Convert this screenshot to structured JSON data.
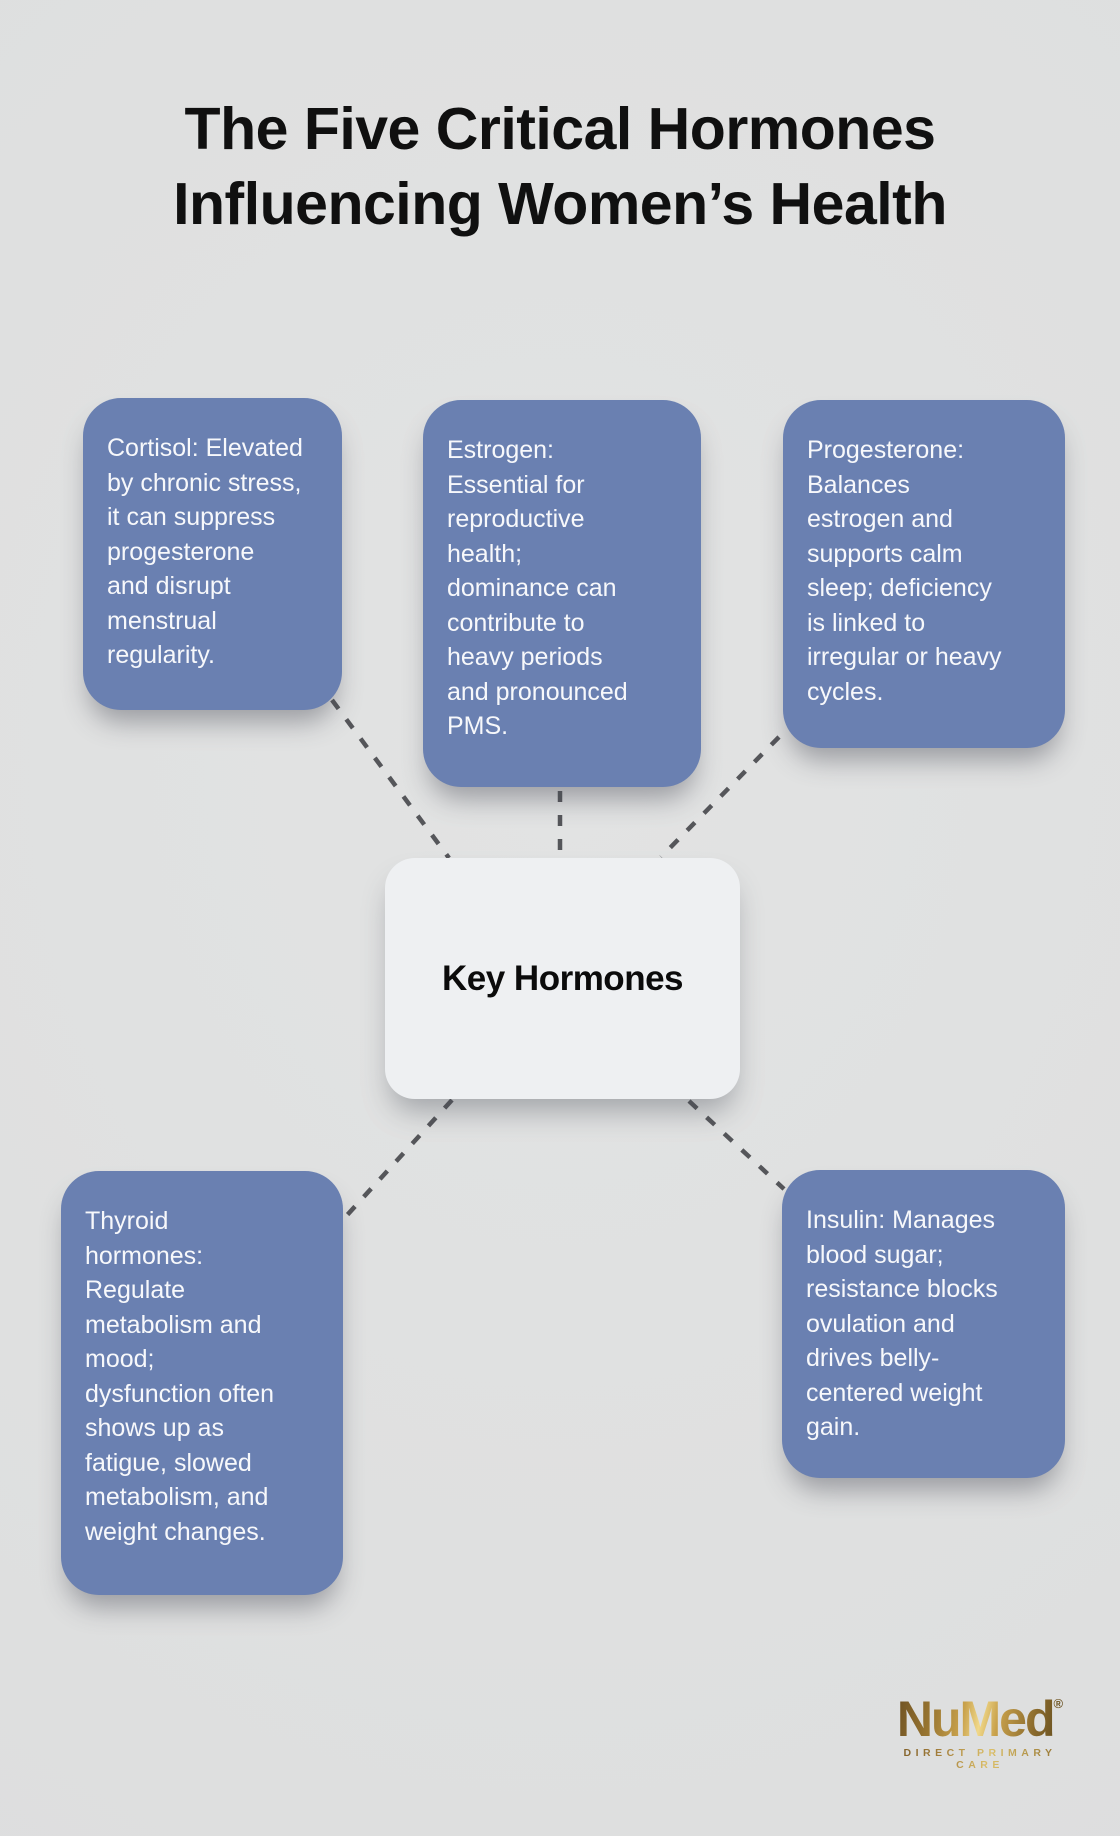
{
  "title": {
    "line1": "The Five Critical Hormones",
    "line2": "Influencing Women’s Health"
  },
  "center": {
    "label": "Key Hormones"
  },
  "nodes": [
    {
      "id": "cortisol",
      "text": "Cortisol: Elevated\nby chronic stress,\nit can suppress\nprogesterone\nand disrupt\nmenstrual\nregularity."
    },
    {
      "id": "estrogen",
      "text": "Estrogen:\nEssential for\nreproductive\nhealth;\ndominance can\ncontribute to\nheavy periods\nand pronounced\nPMS."
    },
    {
      "id": "progesterone",
      "text": "Progesterone:\nBalances\nestrogen and\nsupports calm\nsleep; deficiency\nis linked to\nirregular or heavy\ncycles."
    },
    {
      "id": "thyroid",
      "text": "Thyroid\nhormones:\nRegulate\nmetabolism and\nmood;\ndysfunction often\nshows up as\nfatigue, slowed\nmetabolism, and\nweight changes."
    },
    {
      "id": "insulin",
      "text": "Insulin: Manages\nblood sugar;\nresistance blocks\novulation and\ndrives belly-\ncentered weight\ngain."
    }
  ],
  "logo": {
    "brand": "NuMed",
    "registered": "®",
    "tagline": "DIRECT PRIMARY CARE"
  },
  "colors": {
    "background": "#e0e1e1",
    "node_blue": "#6a80b1",
    "node_text": "#f7f8fb",
    "center_box": "#eef0f2",
    "center_text": "#0b0b0b",
    "connector_dash": "#55565a",
    "title_text": "#101010",
    "logo_gold": "#c9a24c"
  }
}
